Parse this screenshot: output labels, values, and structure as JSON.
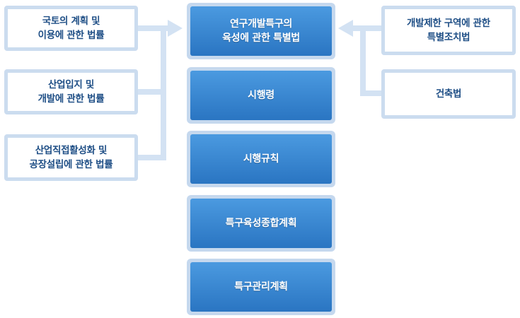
{
  "diagram": {
    "left_laws": [
      {
        "label": "국토의 계획 및\n이용에 관한 법률"
      },
      {
        "label": "산업입지 및\n개발에 관한 법률"
      },
      {
        "label": "산업직접활성화 및\n공장설립에 관한 법률"
      }
    ],
    "right_laws": [
      {
        "label": "개발제한 구역에 관한\n특별조치법"
      },
      {
        "label": "건축법"
      }
    ],
    "hierarchy": [
      {
        "label": "연구개발특구의\n육성에 관한 특별법"
      },
      {
        "label": "시행령"
      },
      {
        "label": "시행규칙"
      },
      {
        "label": "특구육성종합계획"
      },
      {
        "label": "특구관리계획"
      }
    ]
  },
  "colors": {
    "connector": "#d3e2f3",
    "box_border": "#cbdcef",
    "side_text": "#1f4f86",
    "center_top": "#4b9ae0",
    "center_bottom": "#2a75c2",
    "center_frame": "#c5d8ee"
  }
}
